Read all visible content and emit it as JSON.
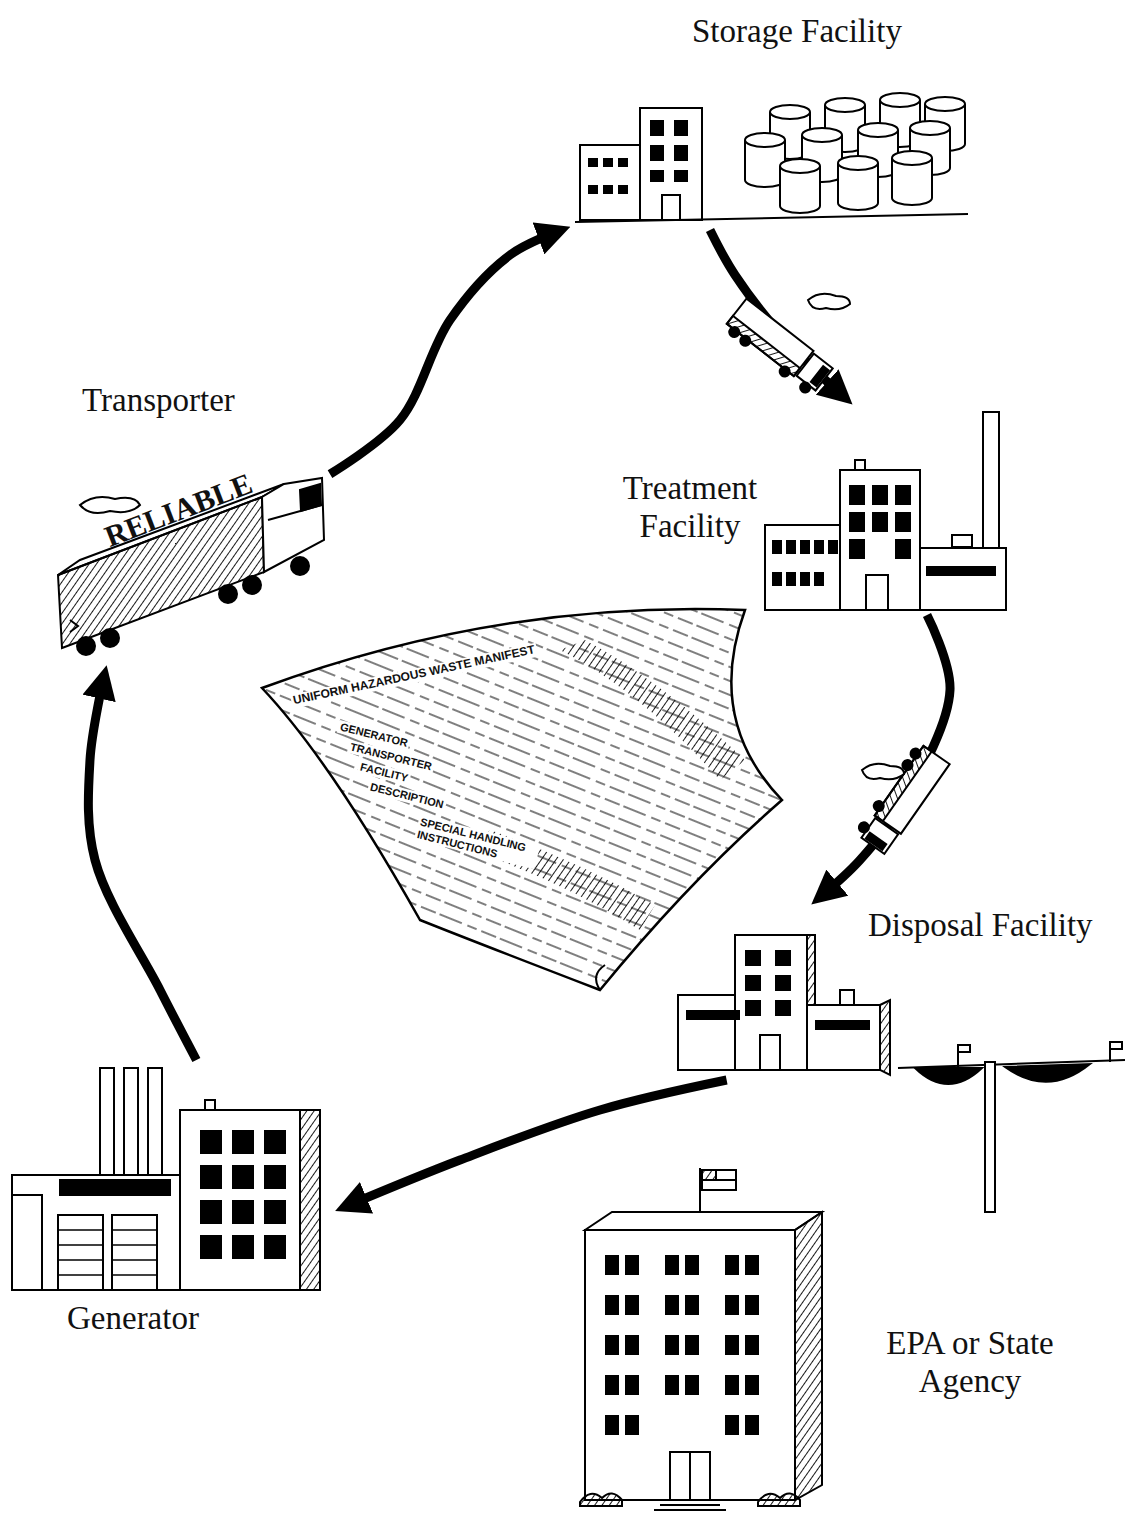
{
  "diagram": {
    "nodes": [
      {
        "text": [
          "Storage Facility"
        ]
      },
      {
        "text": [
          "Transporter"
        ]
      },
      {
        "text": [
          "Treatment Facility"
        ]
      },
      {
        "text": [
          "Disposal Facility"
        ]
      },
      {
        "text": [
          "Generator"
        ]
      },
      {
        "text": [
          "EPA or State Agency"
        ]
      }
    ],
    "edges": [
      {
        "from": 4,
        "to": 1,
        "arrow": "to"
      },
      {
        "from": 1,
        "to": 0,
        "arrow": "to"
      },
      {
        "from": 0,
        "to": 2,
        "arrow": "to"
      },
      {
        "from": 2,
        "to": 3,
        "arrow": "to"
      },
      {
        "from": 3,
        "to": 4,
        "arrow": "to"
      }
    ],
    "labels": [
      "RELIABLE",
      "UNIFORM HAZARDOUS WASTE MANIFEST",
      "GENERATOR",
      "TRANSPORTER",
      "FACILITY",
      "DESCRIPTION",
      "SPECIAL HANDLING INSTRUCTIONS"
    ]
  }
}
